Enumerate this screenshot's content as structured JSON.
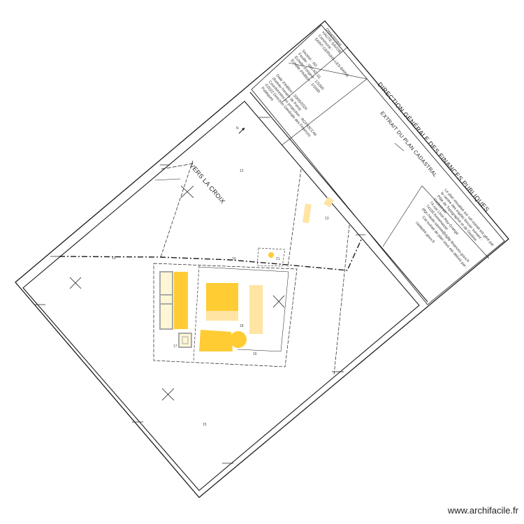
{
  "title": "DIRECTION GÉNÉRALE DES FINANCES PUBLIQUES",
  "subtitle": "EXTRAIT DU PLAN CADASTRAL",
  "place_label": "VERS LA CROIX",
  "watermark": "www.archifacile.fr",
  "north_mark": "N",
  "info_block_a": [
    "Département :",
    "HAUTE SAVOIE",
    "Commune :",
    "SAINT-GERVAIS-LES-BAINS"
  ],
  "info_block_b": [
    "Section : AD",
    "Feuille : 000 AD 01",
    "Échelle d'origine : 1/1000",
    "Échelle d'édition : 1/1000"
  ],
  "info_block_c": [
    "Date d'édition : 20/05/2024",
    "(fuseau horaire de Paris)",
    "Coordonnées en projection : RGF93CC46",
    "©2022 Direction Générale des Finances",
    "Publiques"
  ],
  "info_block_d": [
    "Le plan visualisé sur cet extrait est géré par",
    "le centre des impôts foncier suivant :",
    "Pôle de Topographie et de Gestion",
    "Cadastrale",
    "74 rue Léon Rey-Grange",
    "74100 Annemasse",
    "ptgc.haute-savoie@dgfip.finances.gouv.fr"
  ],
  "info_block_e": [
    "Cet extrait de plan vous est délivré par :",
    "cadastre.gouv.fr"
  ],
  "parcel_numbers": [
    "12",
    "13",
    "15",
    "16",
    "17",
    "18",
    "19",
    "20",
    "21"
  ],
  "colors": {
    "building": "#ffcc33",
    "building_light": "#ffe4a3",
    "border": "#1a1a1a"
  }
}
